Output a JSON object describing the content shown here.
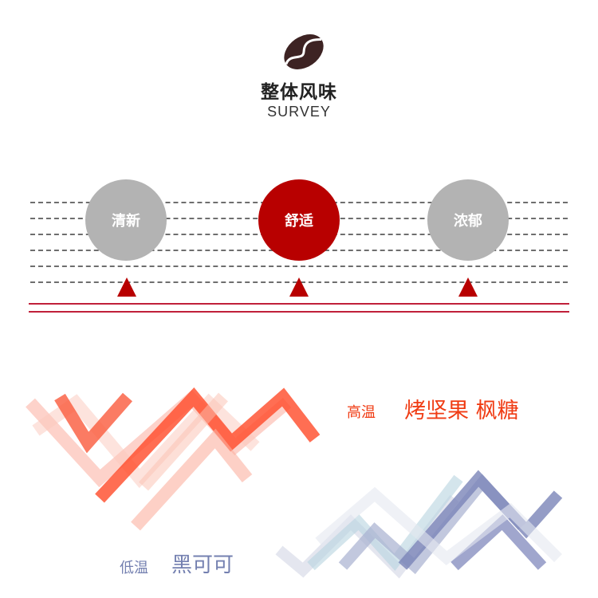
{
  "header": {
    "icon": "coffee-bean-icon",
    "title": "整体风味",
    "subtitle": "SURVEY"
  },
  "scale": {
    "options": [
      {
        "label": "清新",
        "selected": false
      },
      {
        "label": "舒适",
        "selected": true
      },
      {
        "label": "浓郁",
        "selected": false
      }
    ],
    "colors": {
      "selected": "#b80000",
      "unselected": "#b3b3b3",
      "marker": "#b80000"
    }
  },
  "flavors": {
    "high": {
      "label": "高温",
      "value": "烤坚果 枫糖",
      "color": "#f03c14"
    },
    "low": {
      "label": "低温",
      "value": "黑可可",
      "color": "#7480b0"
    }
  }
}
